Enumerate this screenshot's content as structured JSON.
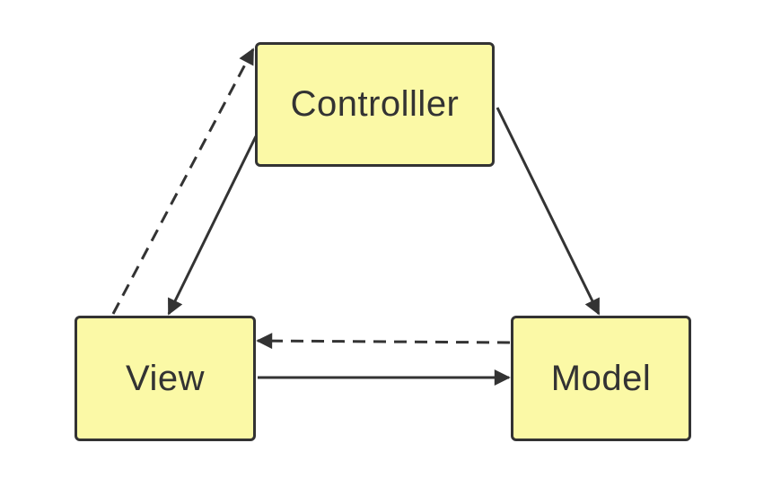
{
  "diagram": {
    "nodes": {
      "controller": {
        "label": "Controlller"
      },
      "view": {
        "label": "View"
      },
      "model": {
        "label": "Model"
      }
    },
    "edges": [
      {
        "from": "controller",
        "to": "view",
        "style": "solid"
      },
      {
        "from": "controller",
        "to": "model",
        "style": "solid"
      },
      {
        "from": "view",
        "to": "model",
        "style": "solid"
      },
      {
        "from": "model",
        "to": "view",
        "style": "dashed"
      },
      {
        "from": "view",
        "to": "controller",
        "style": "dashed"
      }
    ],
    "colors": {
      "node_fill": "#fbf9a6",
      "stroke": "#333333",
      "text": "#333333"
    }
  }
}
